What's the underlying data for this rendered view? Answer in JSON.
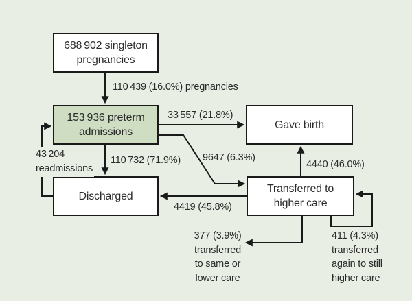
{
  "colors": {
    "background": "#e8eee4",
    "node_fill": "#ffffff",
    "highlight_fill": "#cfddc3",
    "line": "#1a1a1a",
    "text": "#2b2b2b"
  },
  "nodes": {
    "pregnancies": {
      "line1": "688 902 singleton",
      "line2": "pregnancies"
    },
    "preterm_admissions": {
      "line1": "153 936 preterm",
      "line2": "admissions"
    },
    "gave_birth": {
      "label": "Gave birth"
    },
    "discharged": {
      "label": "Discharged"
    },
    "transferred_higher_care": {
      "line1": "Transferred to",
      "line2": "higher care"
    }
  },
  "flow_labels": {
    "pregnancies_to_preterm": "110 439 (16.0%) pregnancies",
    "preterm_to_gave_birth": "33 557 (21.8%)",
    "preterm_to_transferred": "9647 (6.3%)",
    "preterm_to_discharged": "110 732 (71.9%)",
    "readmissions": {
      "line1": "43 204",
      "line2": "readmissions"
    },
    "transferred_to_discharged": "4419 (45.8%)",
    "transferred_to_gave_birth": "4440 (46.0%)",
    "transferred_same_or_lower": {
      "line1": "377 (3.9%)",
      "line2": "transferred",
      "line3": "to same or",
      "line4": "lower care"
    },
    "transferred_again_higher": {
      "line1": "411 (4.3%)",
      "line2": "transferred",
      "line3": "again to still",
      "line4": "higher care"
    }
  }
}
